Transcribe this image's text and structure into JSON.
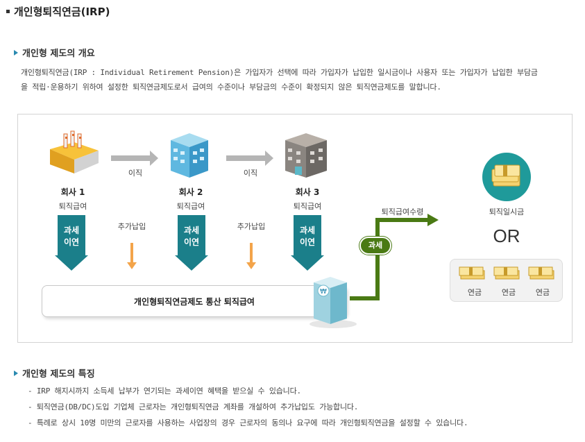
{
  "page": {
    "title": "개인형퇴직연금(IRP)"
  },
  "overview": {
    "heading": "개인형 제도의 개요",
    "line1": "개인형퇴직연금(IRP : Individual Retirement Pension)은 가입자가 선택에 따라 가입자가 납입한 일시금이나 사용자 또는 가입자가 납입한 부담금",
    "line2": "을 적립·운용하기 위하여 설정한 퇴직연금제도로서 급여의 수준이나 부담금의 수준이 확정되지 않은 퇴직연금제도를 말합니다."
  },
  "diagram": {
    "companies": [
      {
        "name": "회사 1",
        "sub": "퇴직급여"
      },
      {
        "name": "회사 2",
        "sub": "퇴직급여"
      },
      {
        "name": "회사 3",
        "sub": "퇴직급여"
      }
    ],
    "move_label": "이직",
    "extra_label": "추가납입",
    "tax_label_1": "과세",
    "tax_label_2": "이연",
    "bar_label": "개인형퇴직연금제도 통산 퇴직급여",
    "receive_label": "퇴직급여수령",
    "tax_badge": "과세",
    "lump_label": "퇴직일시금",
    "or_label": "OR",
    "pension_label": "연금",
    "colors": {
      "teal": "#1b7f8a",
      "green": "#4a7a14",
      "orange": "#f3a44a",
      "gray_arrow": "#b5b5b5"
    }
  },
  "features": {
    "heading": "개인형 제도의 특징",
    "items": [
      "- IRP 해지시까지 소득세 납부가 연기되는 과세이연 혜택을 받으실 수 있습니다.",
      "- 퇴직연금(DB/DC)도입 기업체 근로자는 개인형퇴직연금 계좌를 개설하여 추가납입도 가능합니다.",
      "- 특례로 상시 10명 미만의 근로자를 사용하는 사업장의 경우 근로자의 동의나 요구에 따라 개인형퇴직연금을 설정할 수 있습니다."
    ]
  }
}
